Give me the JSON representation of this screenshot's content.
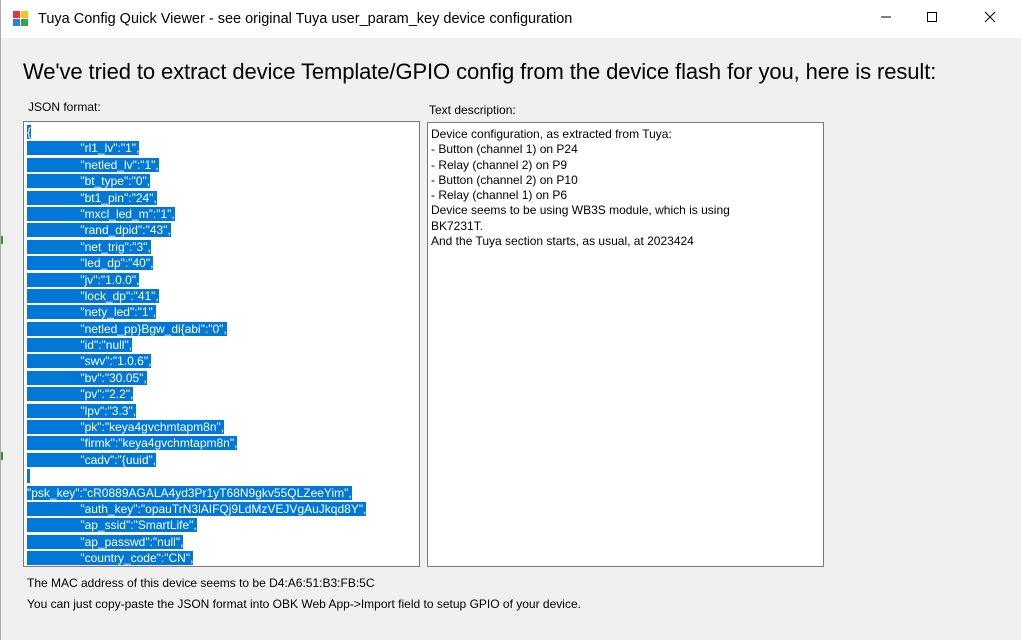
{
  "window": {
    "title": "Tuya Config Quick Viewer - see original Tuya user_param_key device configuration",
    "controls": {
      "minimize": "minimize",
      "maximize": "maximize",
      "close": "close"
    }
  },
  "main": {
    "heading": "We've tried to extract device Template/GPIO config from the device flash for you, here is result:",
    "json_label": "JSON format:",
    "text_label": "Text description:",
    "json_lines": [
      "{",
      "\t\"rl1_lv\":\"1\",",
      "\t\"netled_lv\":\"1\",",
      "\t\"bt_type\":\"0\",",
      "\t\"bt1_pin\":\"24\",",
      "\t\"mxcl_led_m\":\"1\",",
      "\t\"rand_dpid\":\"43\",",
      "\t\"net_trig\":\"3\",",
      "\t\"led_dp\":\"40\",",
      "\t\"jv\":\"1.0.0\",",
      "\t\"lock_dp\":\"41\",",
      "\t\"nety_led\":\"1\",",
      "\t\"netled_pp}Bgw_di{abi\":\"0\",",
      "\t\"id\":\"null\",",
      "\t\"swv\":\"1.0.6\",",
      "\t\"bv\":\"30.05\",",
      "\t\"pv\":\"2.2\",",
      "\t\"lpv\":\"3.3\",",
      "\t\"pk\":\"keya4gvchmtapm8n\",",
      "\t\"firmk\":\"keya4gvchmtapm8n\",",
      "\t\"cadv\":\"{uuid\",",
      "",
      "\"psk_key\":\"cR0889AGALA4yd3Pr1yT68N9gkv55QLZeeYim\",",
      "\t\"auth_key\":\"opauTrN3lAIFQj9LdMzVEJVgAuJkqd8Y\",",
      "\t\"ap_ssid\":\"SmartLife\",",
      "\t\"ap_passwd\":\"null\",",
      "\t\"country_code\":\"CN\","
    ],
    "description_lines": [
      "Device configuration, as extracted from Tuya:",
      "- Button (channel 1) on P24",
      "- Relay (channel 2) on P9",
      "- Button (channel 2) on P10",
      "- Relay (channel 1) on P6",
      "Device seems to be using WB3S module, which is using",
      "BK7231T.",
      "And the Tuya section starts, as usual, at 2023424"
    ],
    "footer_mac": "The MAC address of this device seems to be D4:A6:51:B3:FB:5C",
    "footer_hint": "You can just copy-paste the JSON format into OBK Web App->Import field to setup GPIO of your device."
  },
  "colors": {
    "selection": "#0078d7",
    "window_bg": "#f0f0f0",
    "titlebar_bg": "#ffffff"
  }
}
